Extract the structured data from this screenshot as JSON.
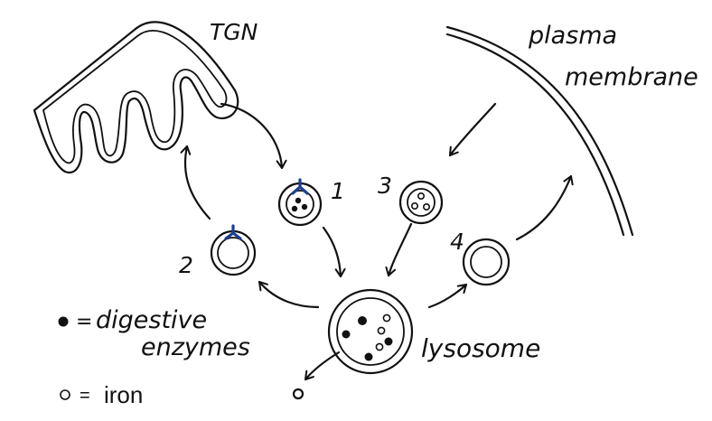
{
  "colors": {
    "ink": "#111111",
    "receptor": "#1f3f8f",
    "background": "#ffffff"
  },
  "labels": {
    "tgn": "TGN",
    "plasma": "plasma",
    "membrane": "membrane",
    "vesicle_1": "1",
    "vesicle_2": "2",
    "vesicle_3": "3",
    "vesicle_4": "4",
    "lysosome": "lysosome"
  },
  "legend": {
    "enzymes_symbol": "•",
    "enzymes_eq": "=",
    "enzymes_line1": "digestive",
    "enzymes_line2": "enzymes",
    "iron_symbol": "o",
    "iron_eq": "=",
    "iron_text": "iron"
  },
  "icons": {
    "receptor": "receptor-icon",
    "enzyme": "filled-dot-icon",
    "iron": "open-circle-icon",
    "arrow": "curved-arrow-icon"
  }
}
